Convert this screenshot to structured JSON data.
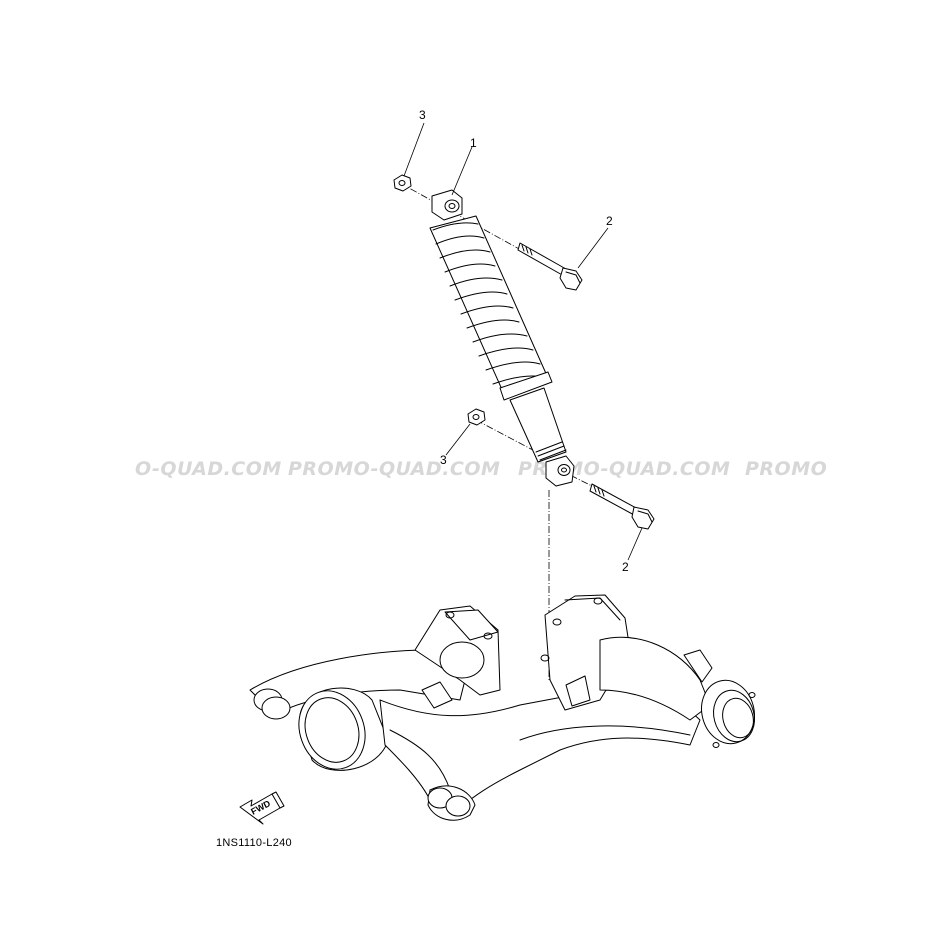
{
  "callouts": {
    "damper": "1",
    "bolt_top": "2",
    "bolt_bottom": "2",
    "nut_top": "3",
    "nut_bottom": "3"
  },
  "watermark": {
    "text_left": "O-QUAD.COM",
    "text_center_left": "PROMO-QUAD.COM",
    "text_center_right": "PROMO-QUAD.COM",
    "text_right": "PROMO"
  },
  "fwd_label": "FWD",
  "diagram_code": "1NS1110-L240"
}
